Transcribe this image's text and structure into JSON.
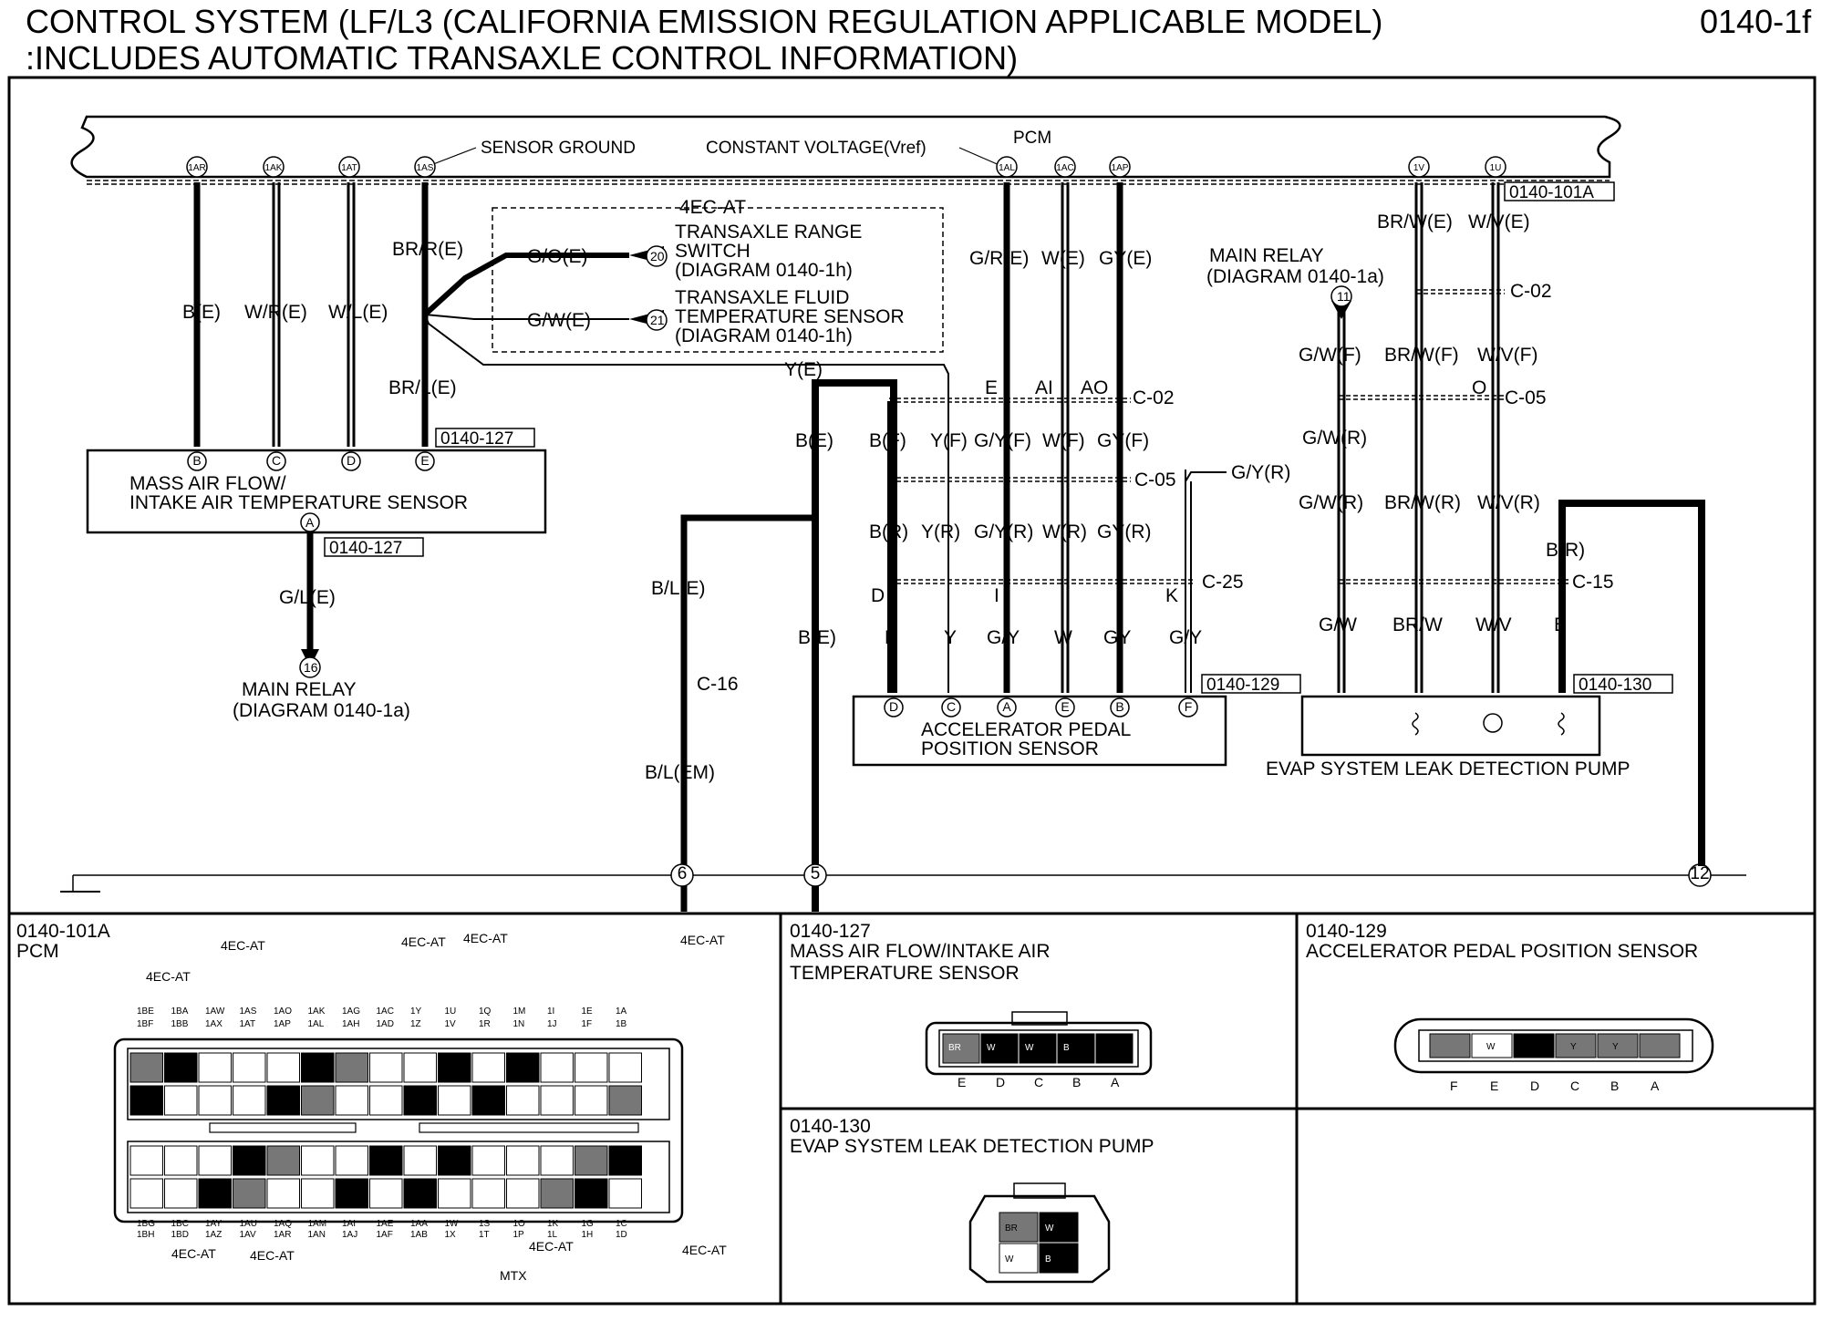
{
  "header": {
    "title_line1": "CONTROL SYSTEM (LF/L3 (CALIFORNIA EMISSION REGULATION APPLICABLE MODEL)",
    "title_line2": ":INCLUDES AUTOMATIC TRANSAXLE CONTROL INFORMATION)",
    "page_code": "0140-1f"
  },
  "pcm": {
    "label": "PCM",
    "sensor_ground": "SENSOR GROUND",
    "constant_voltage": "CONSTANT VOLTAGE(Vref)",
    "connector_ref": "0140-101A",
    "pins": [
      "1AR",
      "1AK",
      "1AT",
      "1AS",
      "1AL",
      "1AC",
      "1AP",
      "1V",
      "1U"
    ]
  },
  "group_4ecat": {
    "title": "4EC-AT",
    "trs_label": "TRANSAXLE RANGE",
    "trs_label2": "SWITCH",
    "trs_ref": "(DIAGRAM 0140-1h)",
    "trs_wire": "G/O(E)",
    "trs_pin": "20",
    "tft_label": "TRANSAXLE FLUID",
    "tft_label2": "TEMPERATURE SENSOR",
    "tft_ref": "(DIAGRAM 0140-1h)",
    "tft_wire": "G/W(E)",
    "tft_pin": "21"
  },
  "maf": {
    "name_line1": "MASS AIR FLOW/",
    "name_line2": "INTAKE AIR TEMPERATURE SENSOR",
    "ref": "0140-127",
    "wires": [
      "B(E)",
      "W/R(E)",
      "W/L(E)",
      "BR/R(E)",
      "BR/L(E)"
    ],
    "pins": [
      "B",
      "C",
      "D",
      "E"
    ],
    "bottom_pin": "A",
    "bottom_ref": "0140-127",
    "bottom_wire": "G/L(E)",
    "relay_pin": "16",
    "relay_label": "MAIN RELAY",
    "relay_ref": "(DIAGRAM 0140-1a)"
  },
  "app": {
    "name_line1": "ACCELERATOR PEDAL",
    "name_line2": "POSITION SENSOR",
    "ref": "0140-129",
    "y_wire": "Y(E)",
    "top_wires": [
      "G/R(E)",
      "W(E)",
      "GY(E)"
    ],
    "top_letters": [
      "E",
      "AI",
      "AO"
    ],
    "c02": "C-02",
    "c05": "C-05",
    "c25": "C-25",
    "f_wires": [
      "B(E)",
      "B(F)",
      "Y(F)",
      "G/Y(F)",
      "W(F)",
      "GY(F)"
    ],
    "r_wires": [
      "B(R)",
      "Y(R)",
      "G/Y(R)",
      "W(R)",
      "GY(R)"
    ],
    "gy_r": "G/Y(R)",
    "side_letters": [
      "D",
      "I",
      "K"
    ],
    "bottom_wires": [
      "B",
      "Y",
      "G/Y",
      "W",
      "GY",
      "G/Y"
    ],
    "left_wire": "B(E)",
    "pins": [
      "D",
      "C",
      "A",
      "E",
      "B",
      "F"
    ]
  },
  "ground": {
    "bl_e": "B/L(E)",
    "c16": "C-16",
    "bl_em": "B/L(EM)",
    "points": [
      "6",
      "5",
      "12"
    ]
  },
  "evap": {
    "name": "EVAP SYSTEM LEAK DETECTION PUMP",
    "ref": "0140-130",
    "top_wires": [
      "BR/W(E)",
      "W/V(E)"
    ],
    "relay_label": "MAIN RELAY",
    "relay_ref": "(DIAGRAM 0140-1a)",
    "relay_pin": "11",
    "c02": "C-02",
    "c05": "C-05",
    "o_letter": "O",
    "f_wires": [
      "G/W(F)",
      "BR/W(F)",
      "W/V(F)"
    ],
    "r_wires": [
      "G/W(R)",
      "BR/W(R)",
      "W/V(R)"
    ],
    "gw_r_side": "G/W(R)",
    "br_label": "B(R)",
    "c15": "C-15",
    "bottom_wires": [
      "G/W",
      "BR/W",
      "W/V",
      "B"
    ]
  },
  "connectors": {
    "pcm_view": {
      "ref": "0140-101A",
      "name": "PCM",
      "note_4ecat": "4EC-AT",
      "note_mtx": "MTX",
      "top_pins": [
        "1BE",
        "1BA",
        "1AW",
        "1AS",
        "1AO",
        "1AK",
        "1AG",
        "1AC",
        "1Y",
        "1U",
        "1Q",
        "1M",
        "1I",
        "1E",
        "1A"
      ],
      "top_pins2": [
        "1BF",
        "1BB",
        "1AX",
        "1AT",
        "1AP",
        "1AL",
        "1AH",
        "1AD",
        "1Z",
        "1V",
        "1R",
        "1N",
        "1J",
        "1F",
        "1B"
      ],
      "bot_pins": [
        "1BG",
        "1BC",
        "1AY",
        "1AU",
        "1AQ",
        "1AM",
        "1AI",
        "1AE",
        "1AA",
        "1W",
        "1S",
        "1O",
        "1K",
        "1G",
        "1C"
      ],
      "bot_pins2": [
        "1BH",
        "1BD",
        "1AZ",
        "1AV",
        "1AR",
        "1AN",
        "1AJ",
        "1AF",
        "1AB",
        "1X",
        "1T",
        "1P",
        "1L",
        "1H",
        "1D"
      ]
    },
    "maf_view": {
      "ref": "0140-127",
      "name_line1": "MASS AIR FLOW/INTAKE AIR",
      "name_line2": "TEMPERATURE SENSOR",
      "pins": [
        "E",
        "D",
        "C",
        "B",
        "A"
      ],
      "colors": [
        "BR",
        "W",
        "W",
        "B"
      ]
    },
    "app_view": {
      "ref": "0140-129",
      "name": "ACCELERATOR PEDAL POSITION SENSOR",
      "pins": [
        "F",
        "E",
        "D",
        "C",
        "B",
        "A"
      ],
      "colors": [
        "W",
        "B",
        "Y",
        "Y"
      ]
    },
    "evap_view": {
      "ref": "0140-130",
      "name": "EVAP SYSTEM LEAK DETECTION PUMP",
      "colors": [
        "BR",
        "W",
        "W",
        "B"
      ]
    }
  }
}
